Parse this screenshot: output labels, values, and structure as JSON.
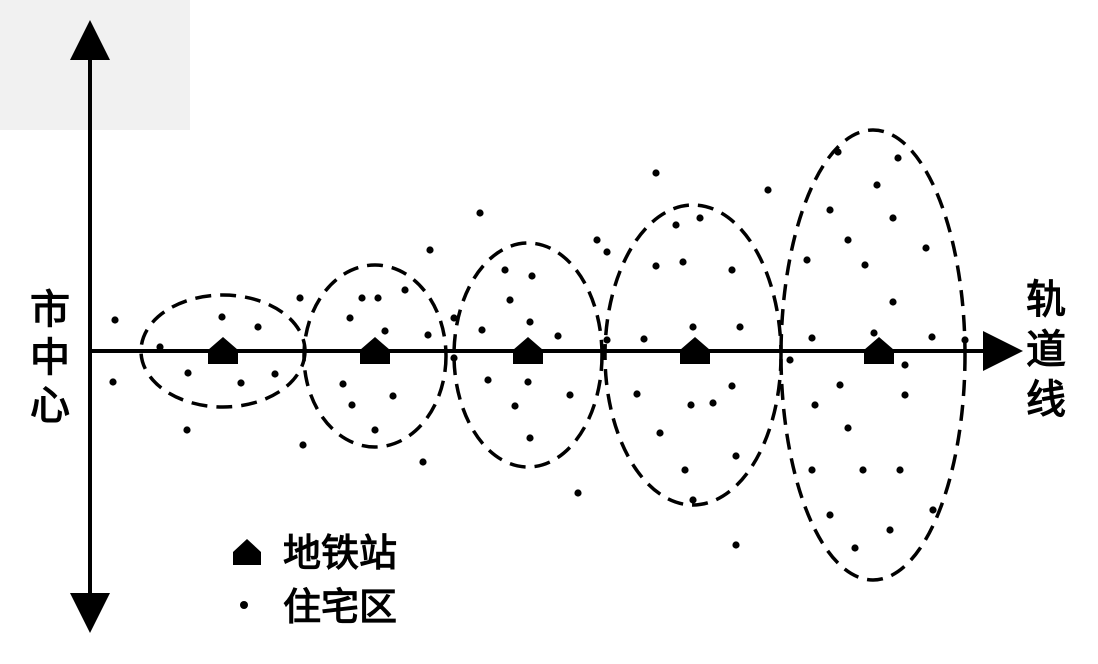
{
  "labels": {
    "city_center": [
      "市",
      "中",
      "心"
    ],
    "rail_line": [
      "轨",
      "道",
      "线"
    ]
  },
  "legend": {
    "station_label": "地铁站",
    "residential_label": "住宅区"
  },
  "colors": {
    "ink": "#000000",
    "background": "#ffffff"
  }
}
